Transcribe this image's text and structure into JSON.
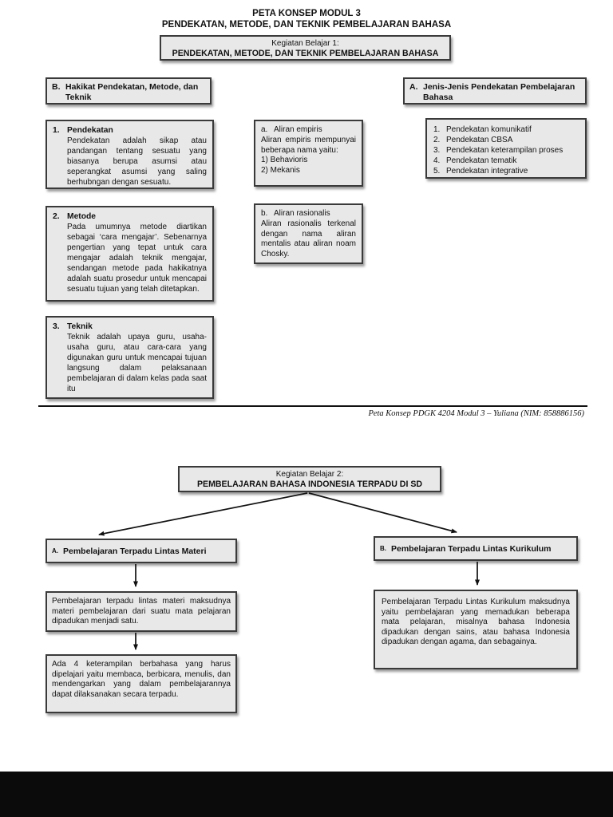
{
  "colors": {
    "box_fill": "#e8e8e8",
    "box_border": "#3a3a3a",
    "line_color": "#111111",
    "letterbox": "#0b0b0b"
  },
  "page": {
    "title_line1": "PETA KONSEP MODUL 3",
    "title_line2": "PENDEKATAN, METODE, DAN TEKNIK PEMBELAJARAN BAHASA",
    "footer_credit": "Peta Konsep PDGK 4204 Modul 3 – Yuliana (NIM: 858886156)"
  },
  "kb1": {
    "banner": {
      "line1": "Kegiatan Belajar 1:",
      "line2": "PENDEKATAN, METODE, DAN TEKNIK PEMBELAJARAN BAHASA"
    },
    "header_b": {
      "prefix": "B.",
      "label": "Hakikat Pendekatan, Metode, dan Teknik"
    },
    "header_a": {
      "prefix": "A.",
      "label": "Jenis-Jenis Pendekatan Pembelajaran Bahasa"
    },
    "pendekatan": {
      "num": "1.",
      "title": "Pendekatan",
      "body": "Pendekatan adalah sikap atau pandangan tentang sesuatu yang biasanya berupa asumsi atau seperangkat asumsi yang saling berhubngan dengan sesuatu."
    },
    "metode": {
      "num": "2.",
      "title": "Metode",
      "body": "Pada umumnya metode diartikan sebagai ‘cara mengajar’. Sebenarnya pengertian yang tepat untuk cara mengajar adalah teknik mengajar, sendangan metode pada hakikatnya adalah suatu prosedur untuk mencapai sesuatu tujuan yang telah ditetapkan."
    },
    "teknik": {
      "num": "3.",
      "title": "Teknik",
      "body": "Teknik adalah upaya guru, usaha-usaha guru, atau cara-cara yang digunakan guru untuk mencapai tujuan langsung dalam pelaksanaan pembelajaran di dalam kelas pada saat itu"
    },
    "empiris": {
      "prefix": "a.",
      "title": "Aliran empiris",
      "body": "Aliran empiris mempunyai beberapa nama yaitu:",
      "item1": "1) Behavioris",
      "item2": "2) Mekanis"
    },
    "rasionalis": {
      "prefix": "b.",
      "title": "Aliran rasionalis",
      "body": "Aliran rasionalis terkenal dengan nama aliran mentalis atau aliran noam Chosky."
    },
    "jenis": {
      "items": [
        {
          "num": "1.",
          "label": "Pendekatan komunikatif"
        },
        {
          "num": "2.",
          "label": "Pendekatan CBSA"
        },
        {
          "num": "3.",
          "label": "Pendekatan keterampilan proses"
        },
        {
          "num": "4.",
          "label": "Pendekatan tematik"
        },
        {
          "num": "5.",
          "label": "Pendekatan integrative"
        }
      ]
    }
  },
  "kb2": {
    "banner": {
      "line1": "Kegiatan Belajar 2:",
      "line2": "PEMBELAJARAN BAHASA INDONESIA TERPADU DI SD"
    },
    "branch_a": {
      "prefix": "A.",
      "title": "Pembelajaran Terpadu Lintas Materi",
      "box1": "Pembelajaran terpadu lintas materi maksudnya materi pembelajaran dari suatu mata pelajaran dipadukan menjadi satu.",
      "box2": "Ada 4 keterampilan berbahasa yang harus dipelajari yaitu membaca, berbicara, menulis, dan mendengarkan yang dalam pembelajarannya dapat dilaksanakan secara terpadu."
    },
    "branch_b": {
      "prefix": "B.",
      "title": "Pembelajaran Terpadu Lintas Kurikulum",
      "box1": "Pembelajaran Terpadu Lintas Kurikulum maksudnya yaitu pembelajaran yang memadukan beberapa mata pelajaran, misalnya bahasa Indonesia dipadukan dengan sains, atau bahasa Indonesia dipadukan dengan agama, dan sebagainya."
    }
  }
}
